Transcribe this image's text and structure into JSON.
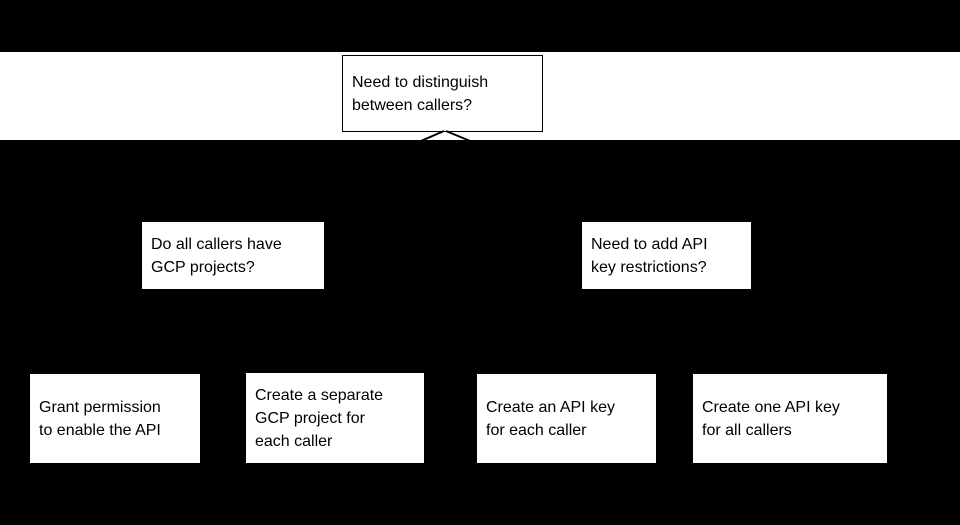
{
  "diagram": {
    "type": "decision-flowchart",
    "boxes": {
      "root": {
        "lines": [
          "Need to distinguish",
          "between callers?"
        ]
      },
      "mid_left": {
        "lines": [
          "Do all callers have",
          "GCP projects?"
        ]
      },
      "mid_right": {
        "lines": [
          "Need to add API",
          "key restrictions?"
        ]
      },
      "leaf_1": {
        "lines": [
          "Grant permission",
          "to enable the API"
        ]
      },
      "leaf_2": {
        "lines": [
          "Create a separate",
          "GCP project for",
          "each caller"
        ]
      },
      "leaf_3": {
        "lines": [
          "Create an API key",
          "for each caller"
        ]
      },
      "leaf_4": {
        "lines": [
          "Create one API key",
          "for all callers"
        ]
      }
    },
    "colors": {
      "background": "#000000",
      "band": "#ffffff",
      "box_fill": "#ffffff",
      "box_border": "#000000",
      "text": "#000000",
      "connector": "#000000"
    }
  }
}
